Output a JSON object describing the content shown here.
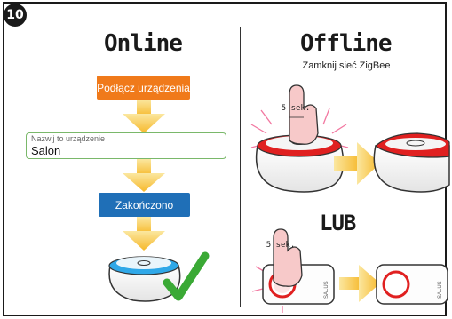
{
  "step_number": "10",
  "online": {
    "heading": "Online",
    "connect_label": "Podłącz urządzenia",
    "name_field_label": "Nazwij to urządzenie",
    "name_field_value": "Salon",
    "done_label": "Zakończono"
  },
  "offline": {
    "heading": "Offline",
    "instruction": "Zamknij sieć ZigBee",
    "hold_time_1": "5 sek.",
    "or_label": "LUB",
    "hold_time_2": "5 sek.",
    "brand_1": "SALUS",
    "brand_2": "SALUS"
  },
  "colors": {
    "orange": "#f07a1a",
    "blue": "#1f6fb7",
    "green": "#3aa935",
    "red": "#e02020",
    "arrow": "#f7c548",
    "pink": "#f06090"
  }
}
